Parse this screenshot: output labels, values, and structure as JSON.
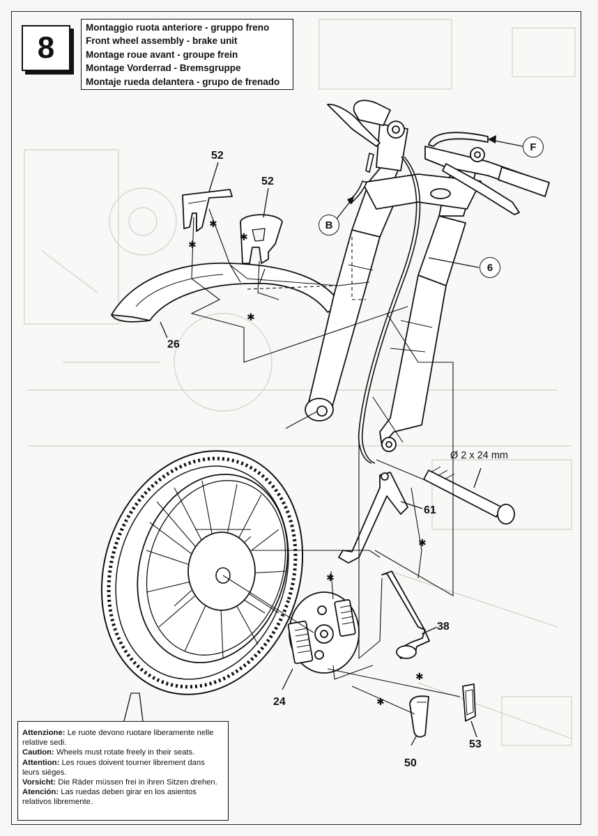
{
  "step": {
    "number": "8"
  },
  "title": {
    "lines": [
      "Montaggio ruota anteriore - gruppo freno",
      "Front wheel assembly - brake unit",
      "Montage roue avant - groupe frein",
      "Montage Vorderrad - Bremsgruppe",
      "Montaje rueda delantera - grupo de frenado"
    ]
  },
  "callouts": {
    "fender_bracket_left": "52",
    "fender_bracket_right": "52",
    "fender": "26",
    "fork": "6",
    "circle_b": "B",
    "circle_f": "F",
    "axle": "Ø 2 x 24 mm",
    "brake_lever_arm": "61",
    "brake_rod": "38",
    "brake_plate": "24",
    "brake_shoe": "50",
    "brake_pad": "53"
  },
  "note": {
    "items": [
      {
        "label": "Attenzione:",
        "text": " Le ruote devono ruotare liberamente nelle relative sedi."
      },
      {
        "label": "Caution:",
        "text": " Wheels must rotate freely in their seats."
      },
      {
        "label": "Attention:",
        "text": " Les roues doivent tourner librement dans leurs sièges."
      },
      {
        "label": "Vorsicht:",
        "text": " Die Räder müssen frei in ihren Sitzen drehen."
      },
      {
        "label": "Atención:",
        "text": " Las ruedas deben girar en los asientos relativos libremente."
      }
    ]
  }
}
